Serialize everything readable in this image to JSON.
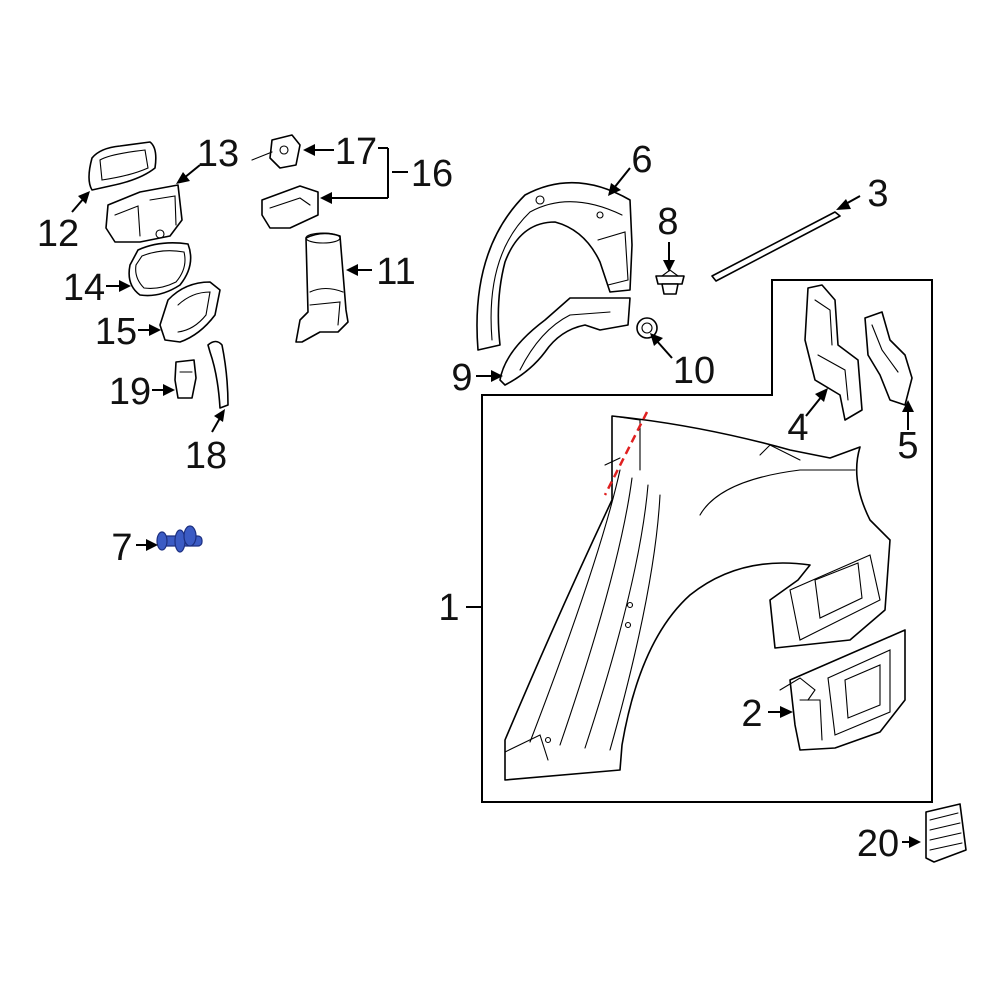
{
  "callouts": {
    "c1": "1",
    "c2": "2",
    "c3": "3",
    "c4": "4",
    "c5": "5",
    "c6": "6",
    "c7": "7",
    "c8": "8",
    "c9": "9",
    "c10": "10",
    "c11": "11",
    "c12": "12",
    "c13": "13",
    "c14": "14",
    "c15": "15",
    "c16": "16",
    "c17": "17",
    "c18": "18",
    "c19": "19",
    "c20": "20"
  },
  "colors": {
    "highlight_part": "#3b5bc4",
    "cut_line": "#e02020",
    "line": "#000000",
    "background": "#ffffff"
  },
  "highlighted_part": "7"
}
